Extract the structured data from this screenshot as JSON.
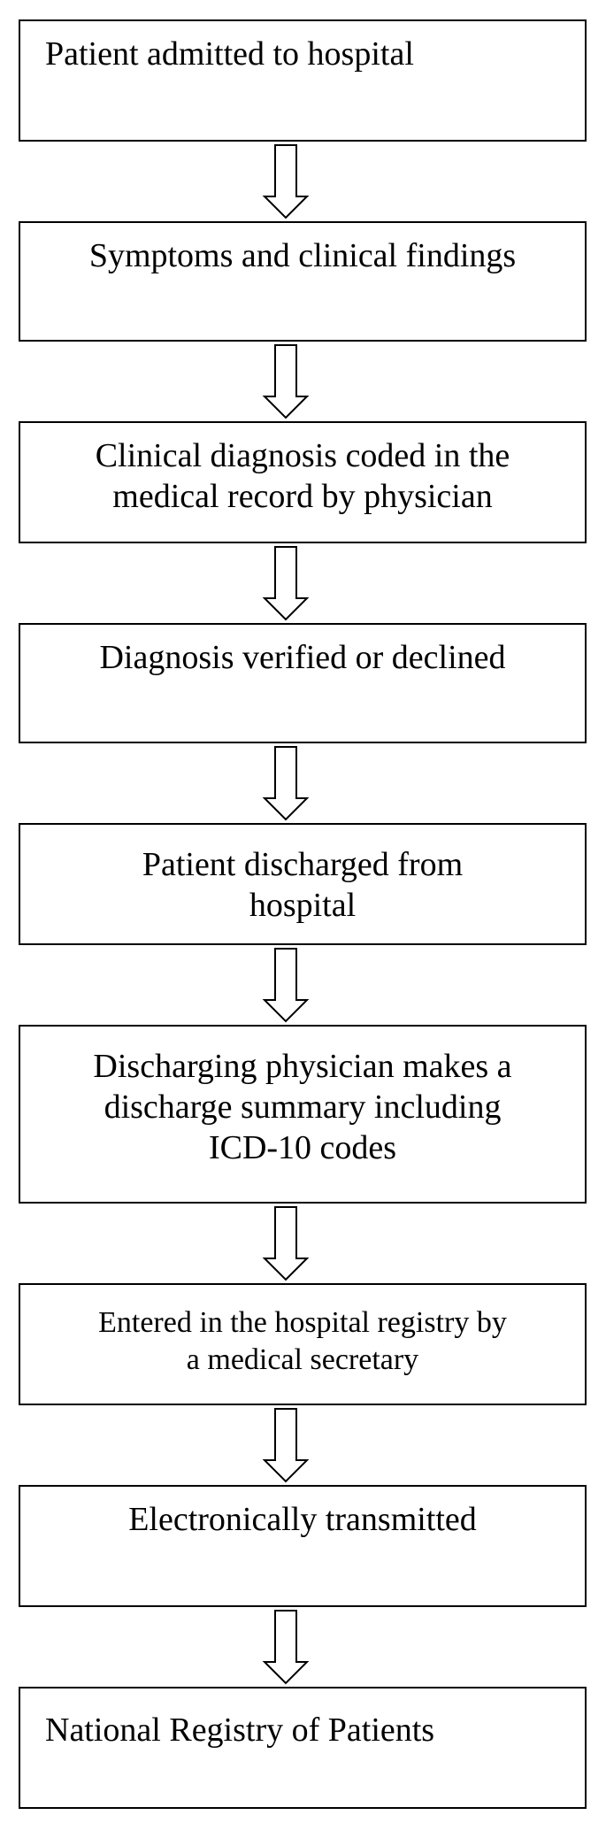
{
  "colors": {
    "stroke": "#000000",
    "background": "#ffffff"
  },
  "steps": [
    {
      "lines": [
        "Patient admitted to hospital"
      ]
    },
    {
      "lines": [
        "Symptoms and clinical findings"
      ]
    },
    {
      "lines": [
        "Clinical diagnosis coded in the",
        "medical record by physician"
      ]
    },
    {
      "lines": [
        "Diagnosis verified or declined"
      ]
    },
    {
      "lines": [
        "Patient discharged from",
        "hospital"
      ]
    },
    {
      "lines": [
        "Discharging physician makes a",
        "discharge summary including",
        "ICD-10 codes"
      ]
    },
    {
      "lines": [
        "Entered in the hospital registry by",
        "a medical secretary"
      ]
    },
    {
      "lines": [
        "Electronically transmitted"
      ]
    },
    {
      "lines": [
        "National Registry of Patients"
      ]
    }
  ],
  "connectors": [
    {
      "icon": "down-arrow-icon",
      "from": 0,
      "to": 1
    },
    {
      "icon": "down-arrow-icon",
      "from": 1,
      "to": 2
    },
    {
      "icon": "down-arrow-icon",
      "from": 2,
      "to": 3
    },
    {
      "icon": "down-arrow-icon",
      "from": 3,
      "to": 4
    },
    {
      "icon": "down-arrow-icon",
      "from": 4,
      "to": 5
    },
    {
      "icon": "down-arrow-icon",
      "from": 5,
      "to": 6
    },
    {
      "icon": "down-arrow-icon",
      "from": 6,
      "to": 7
    },
    {
      "icon": "down-arrow-icon",
      "from": 7,
      "to": 8
    }
  ]
}
